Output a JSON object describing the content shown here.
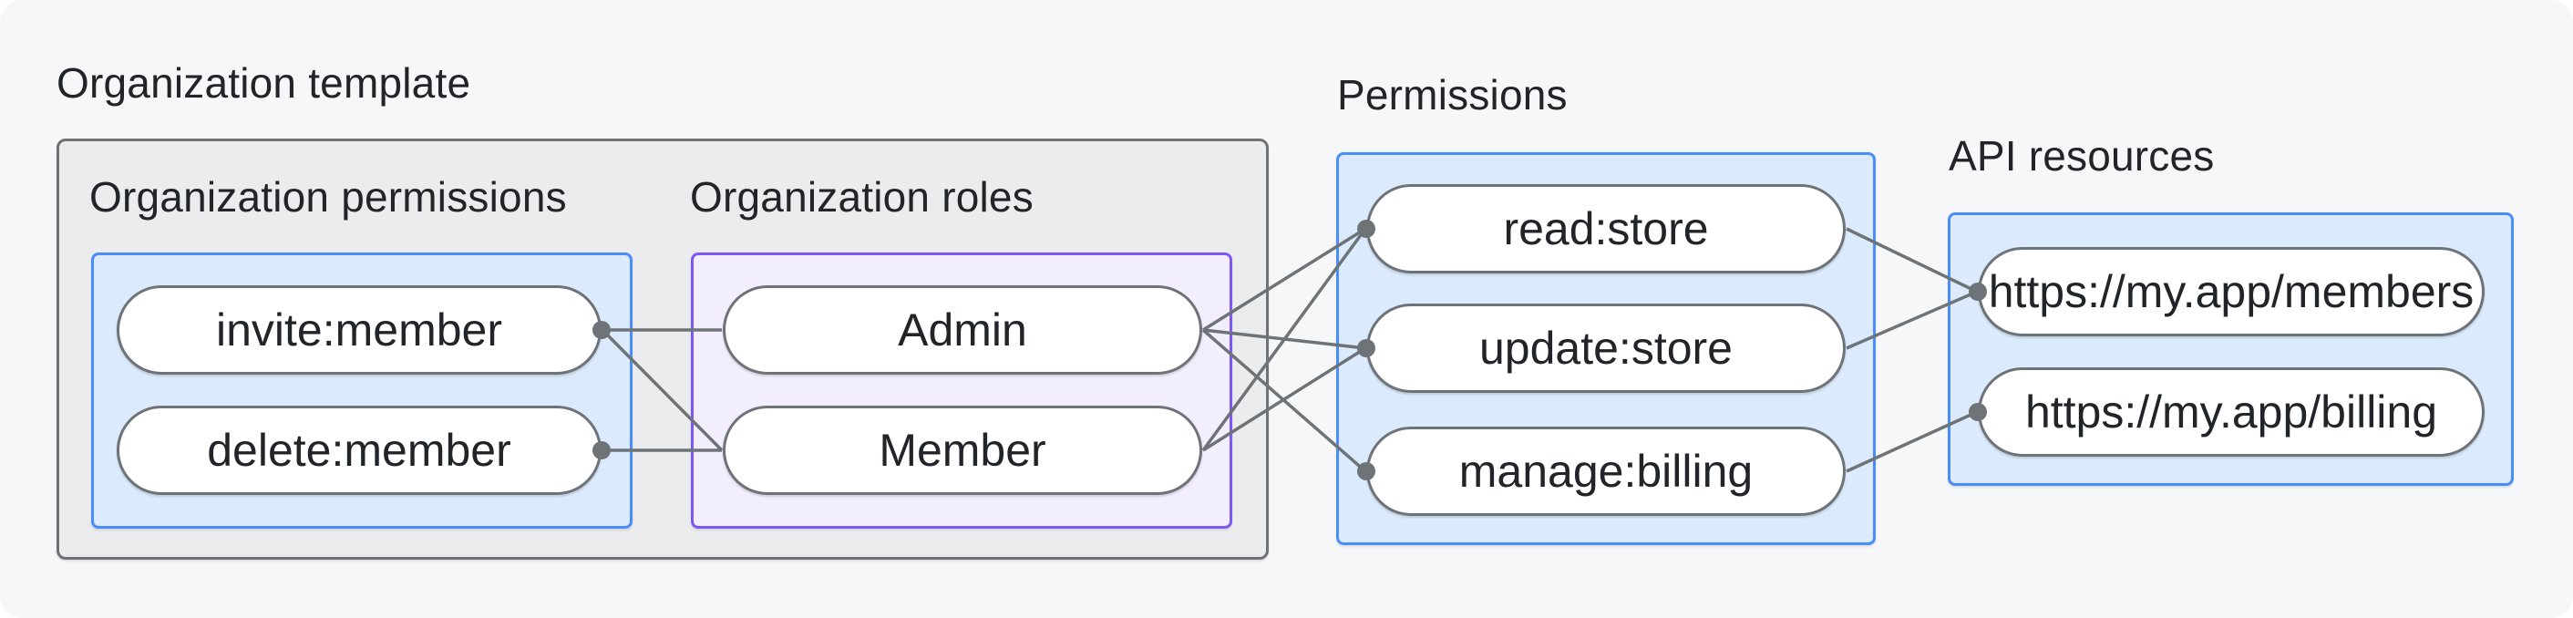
{
  "labels": {
    "org_template": "Organization template",
    "org_permissions": "Organization permissions",
    "org_roles": "Organization roles",
    "permissions": "Permissions",
    "api_resources": "API resources"
  },
  "nodes": {
    "invite": {
      "label": "invite:member"
    },
    "delete": {
      "label": "delete:member"
    },
    "admin": {
      "label": "Admin"
    },
    "member": {
      "label": "Member"
    },
    "read": {
      "label": "read:store"
    },
    "update": {
      "label": "update:store"
    },
    "manage": {
      "label": "manage:billing"
    },
    "members_api": {
      "label": "https://my.app/members"
    },
    "billing_api": {
      "label": "https://my.app/billing"
    }
  },
  "edges": [
    {
      "from": "invite",
      "to": "admin"
    },
    {
      "from": "invite",
      "to": "member"
    },
    {
      "from": "delete",
      "to": "member"
    },
    {
      "from": "admin",
      "to": "read"
    },
    {
      "from": "admin",
      "to": "update"
    },
    {
      "from": "admin",
      "to": "manage"
    },
    {
      "from": "member",
      "to": "read"
    },
    {
      "from": "member",
      "to": "update"
    },
    {
      "from": "read",
      "to": "members_api"
    },
    {
      "from": "update",
      "to": "members_api"
    },
    {
      "from": "manage",
      "to": "billing_api"
    }
  ],
  "colors": {
    "canvas_bg": "#f6f7f8",
    "group_gray_bg": "#ebeced",
    "group_gray_border": "#6e7276",
    "group_blue_bg": "#dbeafc",
    "group_blue_border": "#4b8df8",
    "group_purple_bg": "#f3eefd",
    "group_purple_border": "#7e58f4",
    "node_border": "#6e7377",
    "wire": "#6e7377",
    "text": "#212529"
  }
}
